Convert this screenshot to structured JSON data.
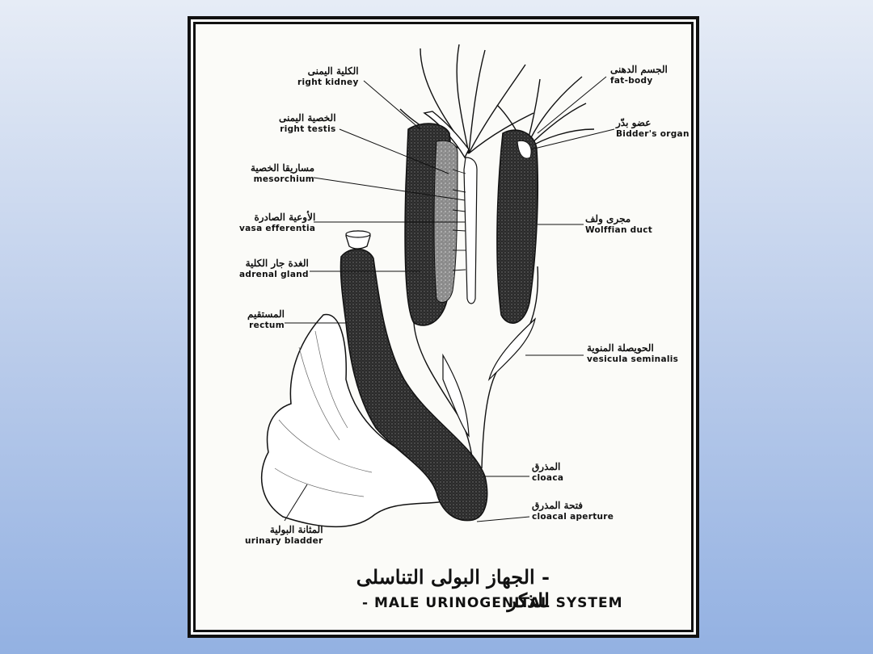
{
  "caption": {
    "arabic": "- الجهاز البولى التناسلى للذكر",
    "english": "- MALE URINOGENITAL SYSTEM"
  },
  "labels_left": [
    {
      "id": "right-kidney",
      "arabic": "الكلية اليمنى",
      "english": "right kidney"
    },
    {
      "id": "right-testis",
      "arabic": "الخصية اليمنى",
      "english": "right testis"
    },
    {
      "id": "mesorchium",
      "arabic": "مساريقا الخصية",
      "english": "mesorchium"
    },
    {
      "id": "vasa-efferentia",
      "arabic": "الأوعية الصادرة",
      "english": "vasa efferentia"
    },
    {
      "id": "adrenal-gland",
      "arabic": "الغدة جار الكلية",
      "english": "adrenal gland"
    },
    {
      "id": "rectum",
      "arabic": "المستقيم",
      "english": "rectum"
    },
    {
      "id": "urinary-bladder",
      "arabic": "المثانة البولية",
      "english": "urinary bladder"
    }
  ],
  "labels_right": [
    {
      "id": "fat-body",
      "arabic": "الجسم الدهنى",
      "english": "fat-body"
    },
    {
      "id": "bidders-organ",
      "arabic": "عضو بدّر",
      "english": "Bidder's organ"
    },
    {
      "id": "wolffian-duct",
      "arabic": "مجرى ولف",
      "english": "Wolffian duct"
    },
    {
      "id": "vesicula-seminalis",
      "arabic": "الحويصلة المنوية",
      "english": "vesicula seminalis"
    },
    {
      "id": "cloaca",
      "arabic": "المذرق",
      "english": "cloaca"
    },
    {
      "id": "cloacal-aperture",
      "arabic": "فتحة المذرق",
      "english": "cloacal aperture"
    }
  ]
}
